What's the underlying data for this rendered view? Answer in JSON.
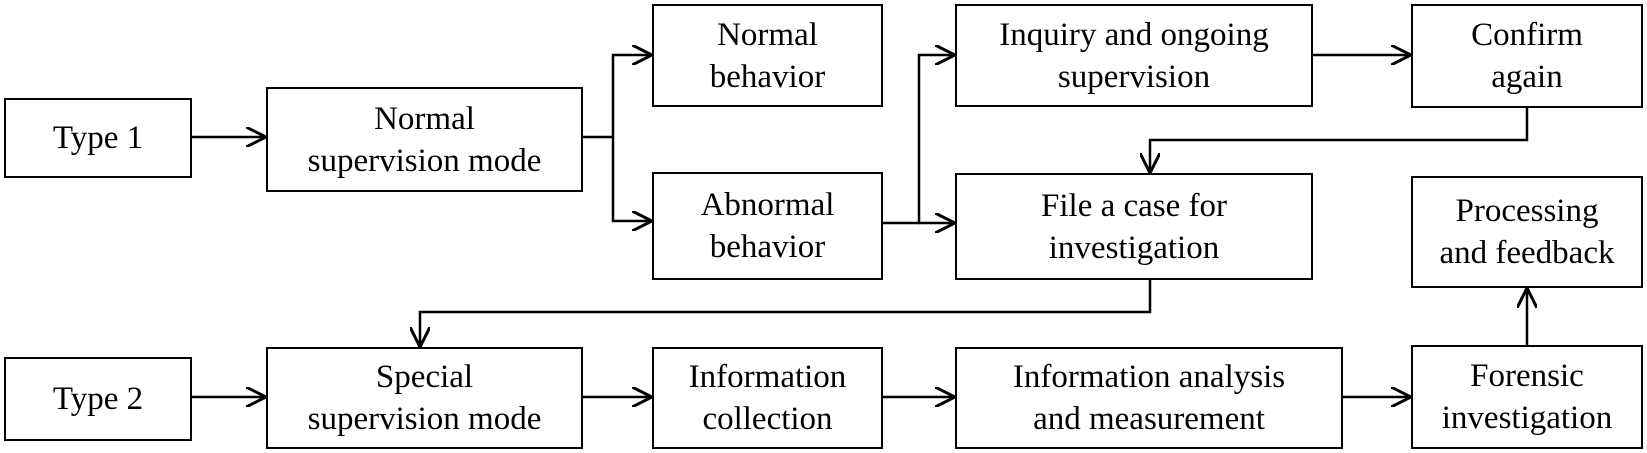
{
  "nodes": {
    "type1": "Type 1",
    "normal_mode": "Normal\nsupervision mode",
    "normal_behavior": "Normal\nbehavior",
    "abnormal_behavior": "Abnormal\nbehavior",
    "inquiry": "Inquiry and ongoing\nsupervision",
    "confirm": "Confirm\nagain",
    "file_case": "File a case for\ninvestigation",
    "processing": "Processing\nand feedback",
    "type2": "Type 2",
    "special_mode": "Special\nsupervision mode",
    "info_collection": "Information\ncollection",
    "info_analysis": "Information analysis\nand measurement",
    "forensic": "Forensic\ninvestigation"
  }
}
